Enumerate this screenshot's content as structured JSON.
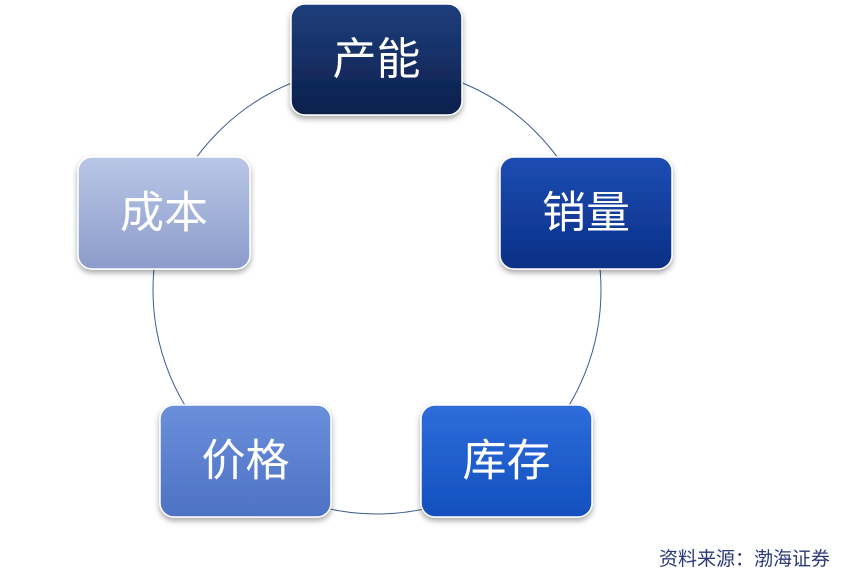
{
  "diagram": {
    "type": "cycle",
    "nodes": [
      {
        "id": "capacity",
        "label": "产能",
        "color_top": "#1f3f7c",
        "color_bottom": "#0b1f4d"
      },
      {
        "id": "sales",
        "label": "销量",
        "color_top": "#1d4db3",
        "color_bottom": "#0a2f86"
      },
      {
        "id": "inventory",
        "label": "库存",
        "color_top": "#2f6ddb",
        "color_bottom": "#124fbe"
      },
      {
        "id": "price",
        "label": "价格",
        "color_top": "#6a8fdb",
        "color_bottom": "#4e72c4"
      },
      {
        "id": "cost",
        "label": "成本",
        "color_top": "#b9c6e6",
        "color_bottom": "#8c9ccb"
      }
    ],
    "ring_color": "#3d5a8f"
  },
  "source_note": "资料来源：渤海证券"
}
